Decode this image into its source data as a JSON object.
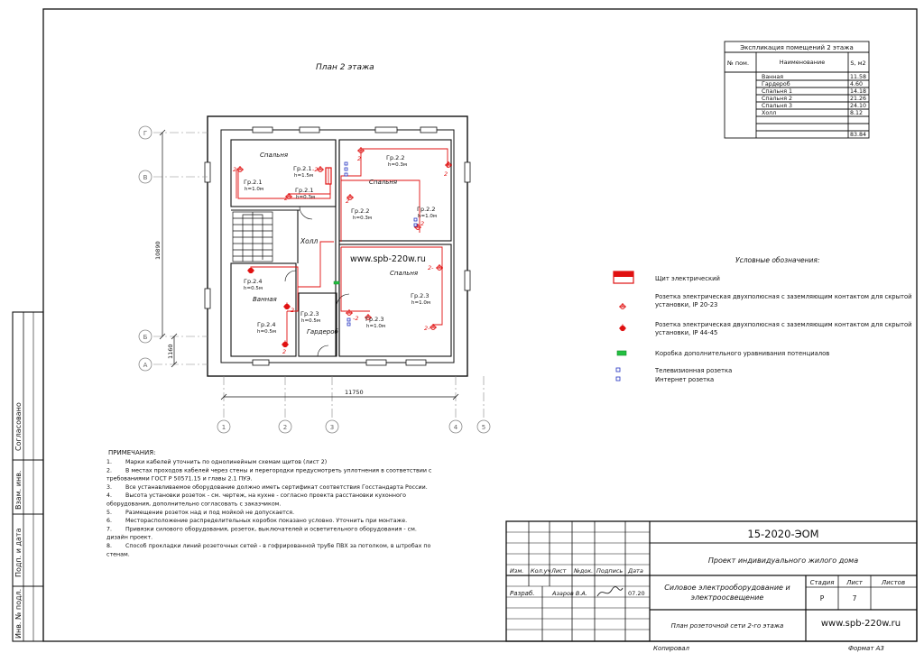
{
  "plan_title": "План 2 этажа",
  "explication": {
    "title": "Экспликация помещений 2 этажа",
    "headers": [
      "№ пом.",
      "Наименование",
      "S, м2"
    ],
    "rows": [
      {
        "name": "Ванная",
        "area": "11.58"
      },
      {
        "name": "Гардероб",
        "area": "4.60"
      },
      {
        "name": "Спальня 1",
        "area": "14.18"
      },
      {
        "name": "Спальня 2",
        "area": "21.26"
      },
      {
        "name": "Спальня 3",
        "area": "24.10"
      },
      {
        "name": "Холл",
        "area": "8.12"
      }
    ],
    "total": "83.84"
  },
  "rooms": {
    "bedroom_1": "Спальня",
    "bedroom_2": "Спальня",
    "bedroom_3": "Спальня",
    "hall": "Холл",
    "bath": "Ванная",
    "wardrobe": "Гардероб"
  },
  "groups": {
    "g21a": "Гр.2.1",
    "g21a_h": "h=1.5м",
    "g21b": "Гр.2.1",
    "g21b_h": "h=1.0м",
    "g21c": "Гр.2.1",
    "g21c_h": "h=0.3м",
    "g22a": "Гр.2.2",
    "g22a_h": "h=0.3м",
    "g22b": "Гр.2.2",
    "g22b_h": "h=0.3м",
    "g22c": "Гр.2.2",
    "g22c_h": "h=1.0м",
    "g23a": "Гр.2.3",
    "g23a_h": "h=0.5м",
    "g23b": "Гр.2.3",
    "g23b_h": "h=1.0м",
    "g23c": "Гр.2.3",
    "g23c_h": "h=1.0м",
    "g24a": "Гр.2.4",
    "g24a_h": "h=0.5м",
    "g24b": "Гр.2.4",
    "g24b_h": "h=0.5м"
  },
  "circuit_marks": {
    "two": "2",
    "two_dash": "2-",
    "dash_two": "-2"
  },
  "website_plan": "www.spb-220w.ru",
  "dimensions": {
    "width": "11750",
    "height": "10890",
    "small": "1160"
  },
  "axes": {
    "rows": [
      "Г",
      "В",
      "Б",
      "А"
    ],
    "cols": [
      "1",
      "2",
      "3",
      "4",
      "5"
    ]
  },
  "legend": {
    "title": "Условные обозначения:",
    "items": [
      {
        "name": "panel",
        "text": "Щит электрический"
      },
      {
        "name": "socket-ip20",
        "text": "Розетка электрическая двухполюсная с заземляющим контактом для скрытой установки, IP 20-23"
      },
      {
        "name": "socket-ip44",
        "text": "Розетка электрическая двухполюсная с заземляющим контактом для скрытой установки, IP 44-45"
      },
      {
        "name": "bonding-box",
        "text": "Коробка дополнительного уравнивания потенциалов"
      },
      {
        "name": "tv-socket",
        "text": "Телевизионная розетка"
      },
      {
        "name": "internet-socket",
        "text": "Интернет розетка"
      }
    ]
  },
  "notes": {
    "title": "ПРИМЕЧАНИЯ:",
    "items": [
      {
        "n": "1.",
        "lines": [
          "Марки кабелей уточнить по однолинейным схемам щитов (лист 2)"
        ]
      },
      {
        "n": "2.",
        "lines": [
          "В местах проходов кабелей через стены и перегородки предусмотреть уплотнения в соответствии с",
          "требованиями ГОСТ Р 50571.15 и главы 2.1 ПУЭ."
        ]
      },
      {
        "n": "3.",
        "lines": [
          "Все устанавливаемое оборудование должно иметь сертификат соответствия Госстандарта России."
        ]
      },
      {
        "n": "4.",
        "lines": [
          "Высота установки розеток - см. чертеж, на кухне - согласно проекта расстановки кухонного",
          "оборудования, дополнительно согласовать с заказчиком."
        ]
      },
      {
        "n": "5.",
        "lines": [
          "Размещение розеток над и под мойкой не допускается."
        ]
      },
      {
        "n": "6.",
        "lines": [
          "Месторасположение распределительных коробок показано условно. Уточнить при монтаже."
        ]
      },
      {
        "n": "7.",
        "lines": [
          "Привязки силового оборудования, розеток, выключателей и осветительного оборудования - см.",
          "дизайн проект."
        ]
      },
      {
        "n": "8.",
        "lines": [
          "Способ прокладки линий розеточных сетей - в гофрированной трубе ПВХ за потолком, в штробах по",
          "стенам."
        ]
      }
    ]
  },
  "left_stamp": {
    "agreed": "Согласовано",
    "inv_vzam": "Взам. инв.",
    "sign_date": "Подп. и дата",
    "inv_orig": "Инв. № подл."
  },
  "title_block": {
    "code": "15-2020-ЭОМ",
    "project": "Проект индивидуального жилого дома",
    "headers": [
      "Изм.",
      "Кол.уч",
      "Лист",
      "№док.",
      "Подпись",
      "Дата"
    ],
    "role": "Разраб.",
    "author": "Азаров В.А.",
    "date": "07.20",
    "section": "Силовое электрооборудование и электроосвещение",
    "stage_h": "Стадия",
    "sheet_h": "Лист",
    "sheets_h": "Листов",
    "stage": "Р",
    "sheet": "7",
    "sheet_name": "План розеточной сети 2-го этажа",
    "website": "www.spb-220w.ru",
    "copied": "Копировал",
    "format": "Формат А3"
  },
  "colors": {
    "accent": "#e01010",
    "line": "#111111",
    "green": "#22c040",
    "blue": "#2030c0"
  }
}
